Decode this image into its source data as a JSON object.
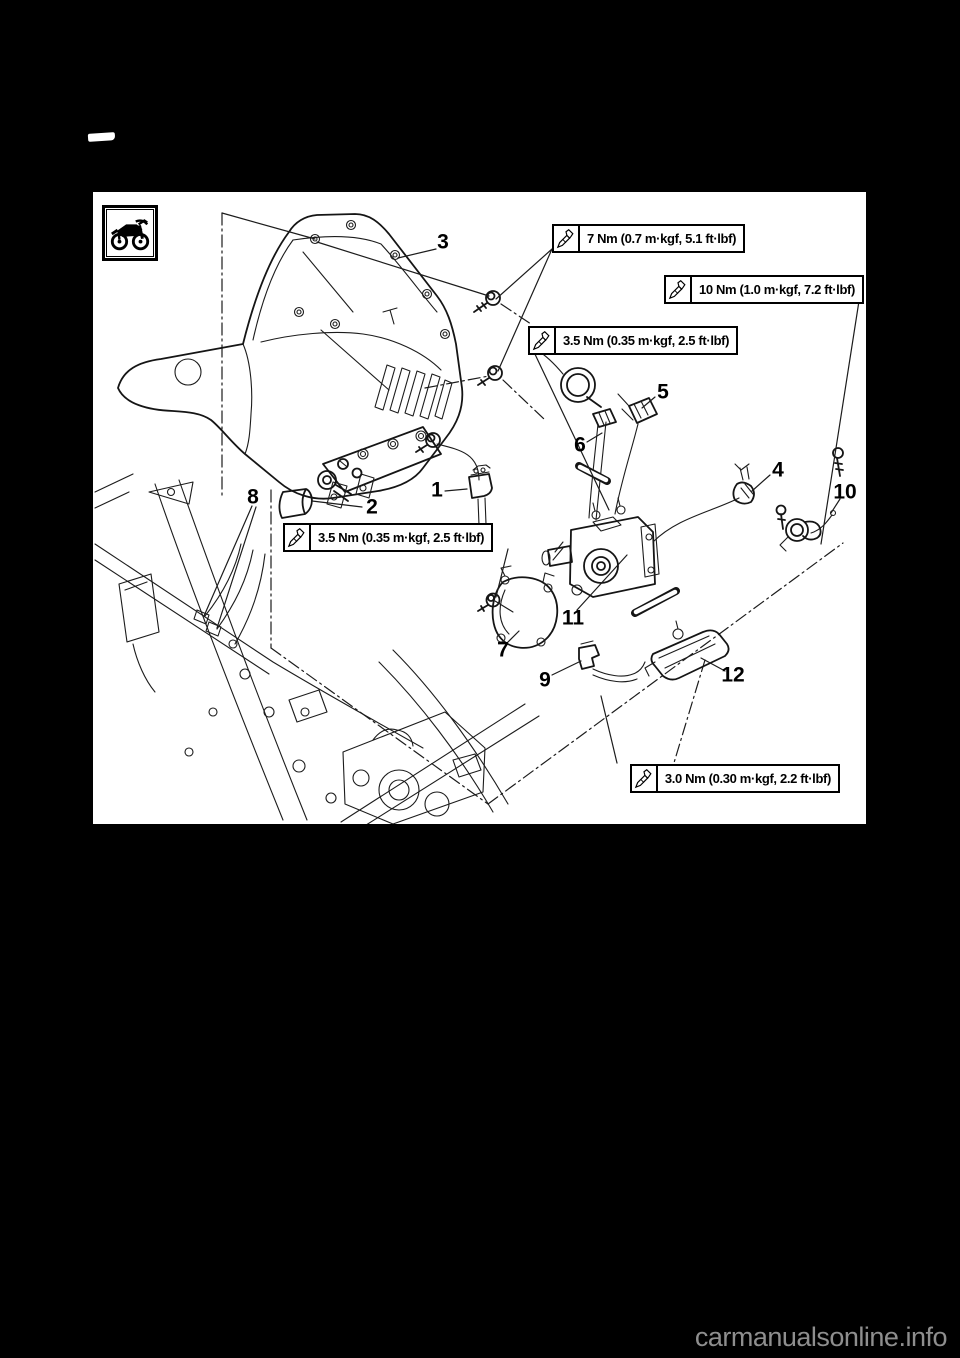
{
  "page": {
    "background": "#000000"
  },
  "panel": {
    "background": "#ffffff"
  },
  "diagram": {
    "vehicle_icon": "dirt-bike-icon",
    "torque_specs": [
      {
        "text": "7 Nm (0.7 m·kgf, 5.1 ft·lbf)",
        "nm": "7 Nm",
        "metric": "0.7 m·kgf",
        "imperial": "5.1 ft·lbf",
        "icon": "torque-wrench-icon"
      },
      {
        "text": "10 Nm (1.0 m·kgf, 7.2 ft·lbf)",
        "nm": "10 Nm",
        "metric": "1.0 m·kgf",
        "imperial": "7.2 ft·lbf",
        "icon": "torque-wrench-icon"
      },
      {
        "text": "3.5 Nm (0.35 m·kgf, 2.5 ft·lbf)",
        "nm": "3.5 Nm",
        "metric": "0.35 m·kgf",
        "imperial": "2.5 ft·lbf",
        "icon": "torque-wrench-icon"
      },
      {
        "text": "3.5 Nm (0.35 m·kgf, 2.5 ft·lbf)",
        "nm": "3.5 Nm",
        "metric": "0.35 m·kgf",
        "imperial": "2.5 ft·lbf",
        "icon": "torque-wrench-icon"
      },
      {
        "text": "3.0 Nm (0.30 m·kgf, 2.2 ft·lbf)",
        "nm": "3.0 Nm",
        "metric": "0.30 m·kgf",
        "imperial": "2.2 ft·lbf",
        "icon": "torque-wrench-icon"
      }
    ],
    "callouts": [
      "1",
      "2",
      "3",
      "4",
      "5",
      "6",
      "7",
      "8",
      "9",
      "10",
      "11",
      "12"
    ]
  },
  "watermark": {
    "text": "carmanualsonline.info",
    "color": "#8e8e8e"
  }
}
